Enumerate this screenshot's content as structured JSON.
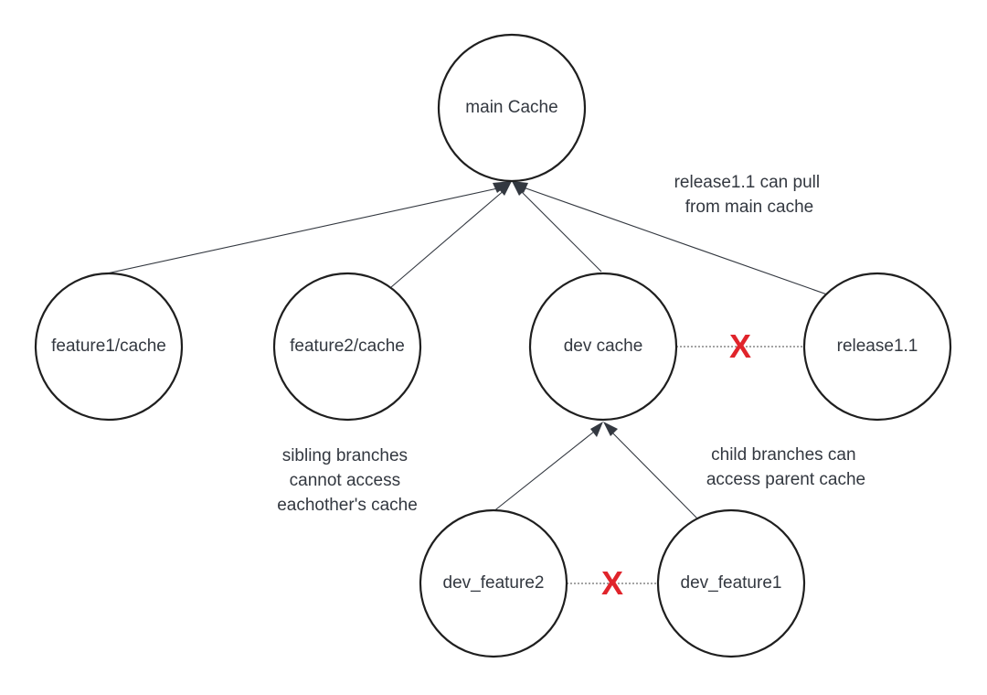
{
  "nodes": {
    "main_cache": "main Cache",
    "feature1_cache": "feature1/cache",
    "feature2_cache": "feature2/cache",
    "dev_cache": "dev cache",
    "release1_1": "release1.1",
    "dev_feature2": "dev_feature2",
    "dev_feature1": "dev_feature1"
  },
  "notes": {
    "release_pull": [
      "release1.1 can pull",
      "from main cache"
    ],
    "sibling_branches": [
      "sibling branches",
      "cannot access",
      "eachother's cache"
    ],
    "child_branches": [
      "child branches can",
      "access parent cache"
    ]
  },
  "blocked": {
    "symbol": "X",
    "color": "#e0242b"
  }
}
